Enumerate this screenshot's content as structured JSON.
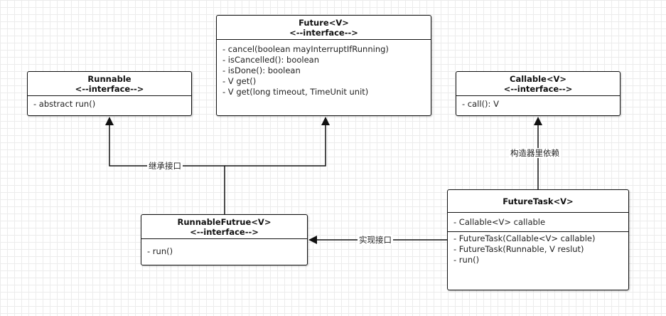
{
  "runnable": {
    "name": "Runnable",
    "stereotype": "<--interface-->",
    "methods": [
      "- abstract run()"
    ]
  },
  "future": {
    "name": "Future<V>",
    "stereotype": "<--interface-->",
    "methods": [
      "- cancel(boolean mayInterruptIfRunning)",
      "- isCancelled(): boolean",
      "- isDone(): boolean",
      "- V get()",
      "- V get(long timeout, TimeUnit unit)"
    ]
  },
  "callable": {
    "name": "Callable<V>",
    "stereotype": "<--interface-->",
    "methods": [
      "- call(): V"
    ]
  },
  "runnable_future": {
    "name": "RunnableFutrue<V>",
    "stereotype": "<--interface-->",
    "methods": [
      "- run()"
    ]
  },
  "future_task": {
    "name": "FutureTask<V>",
    "fields": [
      "- Callable<V> callable"
    ],
    "methods": [
      "- FutureTask(Callable<V> callable)",
      "- FutureTask(Runnable, V reslut)",
      "- run()"
    ]
  },
  "edges": {
    "inherit_label": "继承接口",
    "implement_label": "实现接口",
    "depends_label": "构造器里依赖"
  },
  "colors": {
    "line": "#111111",
    "border": "#111111",
    "grid": "#ececec"
  }
}
